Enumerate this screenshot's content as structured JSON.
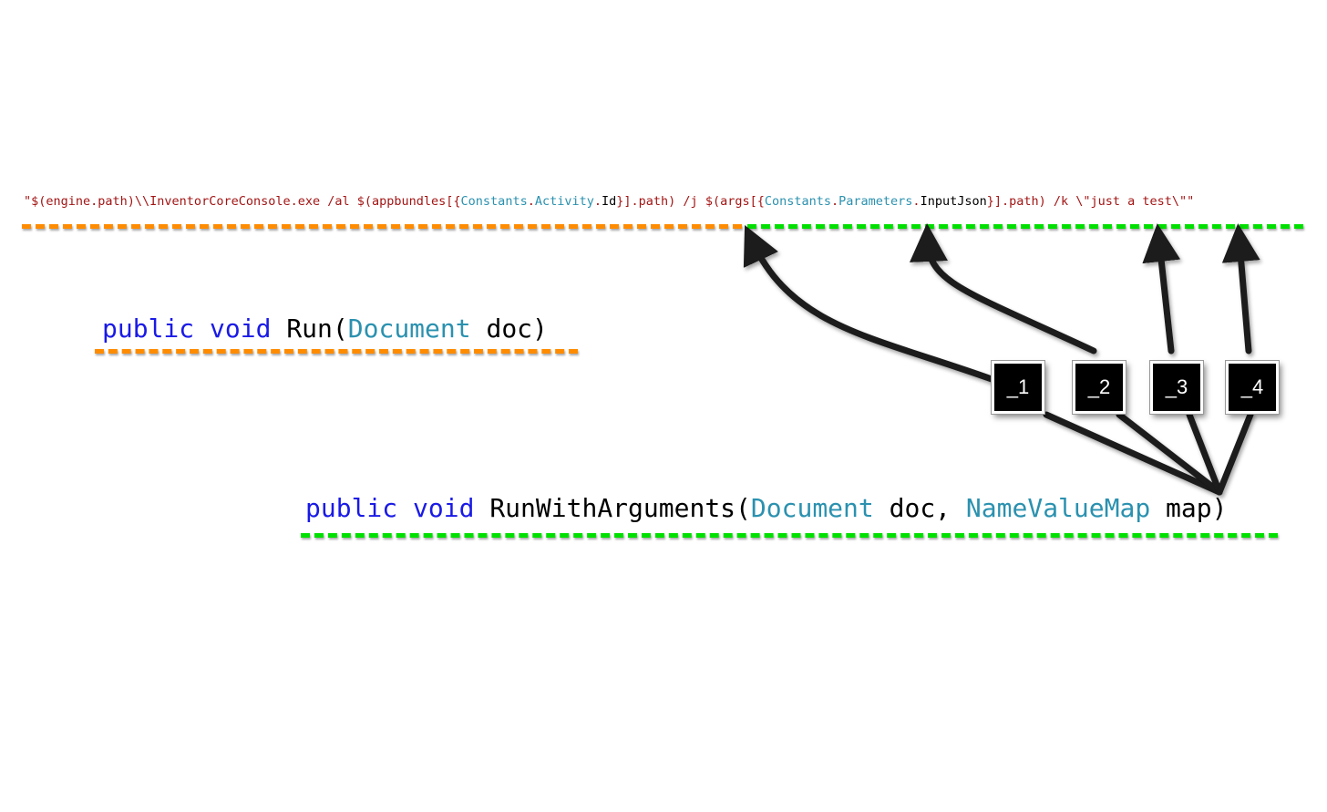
{
  "command_line": {
    "p1": "\"$(engine.path)\\\\InventorCoreConsole.exe /al $(appbundles[{",
    "t1": "Constants",
    "p2": ".",
    "t2": "Activity",
    "p3": ".",
    "d1": "Id",
    "p4": "}].path) /j $(args[{",
    "t3": "Constants",
    "p5": ".",
    "t4": "Parameters",
    "p6": ".",
    "d2": "InputJson",
    "p7": "}].path) /k \\\"just a test\\\"\""
  },
  "run_signature": {
    "kw1": "public",
    "kw2": "void",
    "name": "Run(",
    "type": "Document",
    "rest": " doc)"
  },
  "run_with_args_signature": {
    "kw1": "public",
    "kw2": "void",
    "name": "RunWithArguments(",
    "type1": "Document",
    "mid": " doc, ",
    "type2": "NameValueMap",
    "rest": " map)"
  },
  "badges": [
    "_1",
    "_2",
    "_3",
    "_4"
  ],
  "colors": {
    "keyword": "#1a1ae6",
    "type": "#2b91af",
    "string": "#a31515",
    "orange_dash": "#ff8c00",
    "green_dash": "#00e000"
  }
}
